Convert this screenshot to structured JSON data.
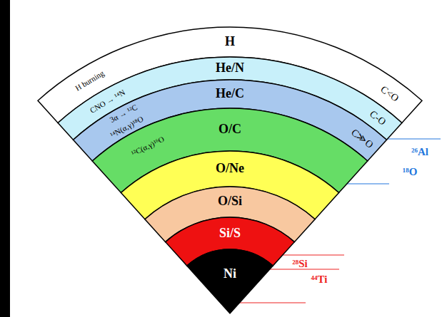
{
  "diagram": {
    "nodes": [
      {
        "text": [
          "H",
          "H burning",
          "C<O"
        ]
      },
      {
        "text": [
          "He/N",
          "CNO → ¹⁴N",
          "C-O"
        ]
      },
      {
        "text": [
          "He/C",
          "3α → ¹²C",
          "¹⁴N(α,γ)¹⁸O",
          "C≫O"
        ]
      },
      {
        "text": [
          "O/C",
          "¹²C(α,γ)¹⁶O"
        ]
      },
      {
        "text": [
          "O/Ne"
        ]
      },
      {
        "text": [
          "O/Si"
        ]
      },
      {
        "text": [
          "Si/S"
        ]
      },
      {
        "text": [
          "Ni"
        ]
      }
    ],
    "labels": [
      "²⁶Al",
      "¹⁸O",
      "²⁸Si",
      "⁴⁴Ti"
    ]
  }
}
